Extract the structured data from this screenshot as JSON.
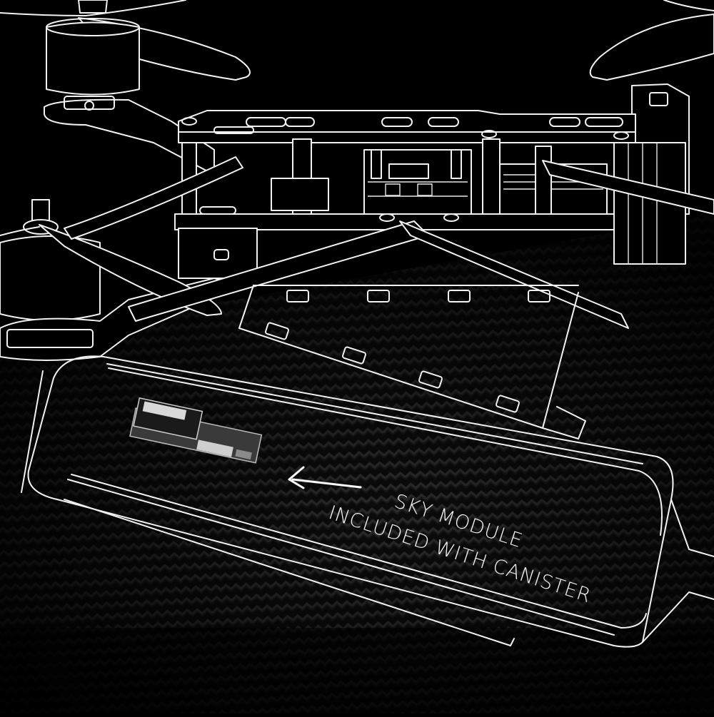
{
  "illustration": {
    "subject": "quadcopter drone with attached carbon-fiber canister",
    "style": "white line drawing on black",
    "background_color": "#000000",
    "line_color": "#f2f2f2",
    "texture": "carbon-fiber weave on lower half"
  },
  "annotation": {
    "line1": "SKY MODULE",
    "line2": "INCLUDED WITH CANISTER",
    "arrow": "left-arrow",
    "text_color": "#f4f4f4"
  },
  "components": [
    "propeller",
    "motor",
    "arm",
    "frame-top-plate",
    "standoff",
    "flight-controller-stack",
    "canister",
    "sky-module-board"
  ]
}
